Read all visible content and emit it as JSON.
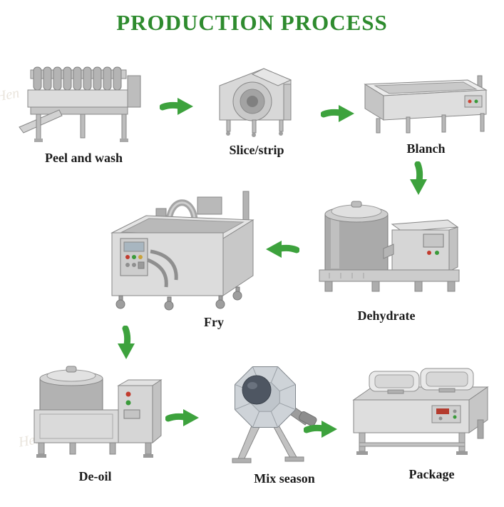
{
  "title": "PRODUCTION PROCESS",
  "watermark": "Hen",
  "colors": {
    "title_green": "#2e8b2e",
    "arrow_green": "#3da23d",
    "label_color": "#1b1b1b",
    "background": "#ffffff"
  },
  "steps": [
    {
      "label": "Peel and wash",
      "icon": "peel-and-wash-machine"
    },
    {
      "label": "Slice/strip",
      "icon": "slice-strip-machine"
    },
    {
      "label": "Blanch",
      "icon": "blanch-machine"
    },
    {
      "label": "Dehydrate",
      "icon": "dehydrate-machine"
    },
    {
      "label": "Fry",
      "icon": "fry-machine"
    },
    {
      "label": "De-oil",
      "icon": "de-oil-machine"
    },
    {
      "label": "Mix season",
      "icon": "mix-season-machine"
    },
    {
      "label": "Package",
      "icon": "package-machine"
    }
  ],
  "connections": [
    {
      "from": "Peel and wash",
      "to": "Slice/strip",
      "direction": "right"
    },
    {
      "from": "Slice/strip",
      "to": "Blanch",
      "direction": "right"
    },
    {
      "from": "Blanch",
      "to": "Dehydrate",
      "direction": "down"
    },
    {
      "from": "Dehydrate",
      "to": "Fry",
      "direction": "left"
    },
    {
      "from": "Fry",
      "to": "De-oil",
      "direction": "down"
    },
    {
      "from": "De-oil",
      "to": "Mix season",
      "direction": "right"
    },
    {
      "from": "Mix season",
      "to": "Package",
      "direction": "right"
    }
  ]
}
